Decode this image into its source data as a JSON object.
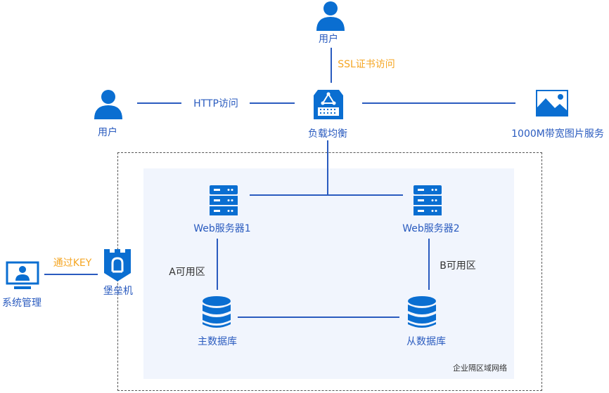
{
  "colors": {
    "primary": "#0a6ed1",
    "line": "#2a5bbf",
    "accent": "#f5a623"
  },
  "nodes": {
    "user_top": {
      "label": "用户",
      "icon": "user-icon"
    },
    "user_left": {
      "label": "用户",
      "icon": "user-icon"
    },
    "load_balancer": {
      "label": "负载均衡",
      "icon": "load-balancer-icon"
    },
    "image_service": {
      "label": "1000M带宽图片服务",
      "icon": "image-icon"
    },
    "web1": {
      "label": "Web服务器1",
      "icon": "server-icon"
    },
    "web2": {
      "label": "Web服务器2",
      "icon": "server-icon"
    },
    "db_master": {
      "label": "主数据库",
      "icon": "database-icon"
    },
    "db_slave": {
      "label": "从数据库",
      "icon": "database-icon"
    },
    "admin": {
      "label": "系统管理",
      "icon": "monitor-user-icon"
    },
    "bastion": {
      "label": "堡垒机",
      "icon": "bastion-shield-icon"
    }
  },
  "edges": {
    "ssl": "SSL证书访问",
    "http": "HTTP访问",
    "key": "通过KEY",
    "zone_a": "A可用区",
    "zone_b": "B可用区"
  },
  "zone_label": "企业隔区域网络"
}
